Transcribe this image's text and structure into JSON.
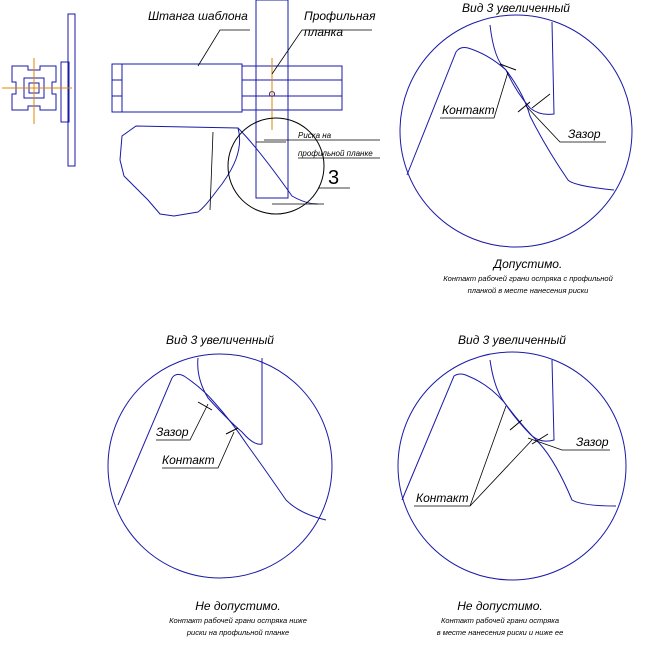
{
  "colors": {
    "outline_blue": "#1a1aa8",
    "leader_black": "#000000",
    "axis_orange": "#e08a00"
  },
  "main_view": {
    "label_rod": "Штанга шаблона",
    "label_bar_line1": "Профильная",
    "label_bar_line2": "планка",
    "label_mark_line1": "Риска на",
    "label_mark_line2": "профильной планке",
    "view_mark": "3"
  },
  "views": [
    {
      "title": "Вид 3 увеличенный",
      "label_contact": "Контакт",
      "label_gap": "Зазор",
      "verdict": "Допустимо.",
      "caption_line1": "Контакт рабочей грани остряка с профильной",
      "caption_line2": "планкой в месте нанесения риски"
    },
    {
      "title": "Вид 3 увеличенный",
      "label_contact": "Контакт",
      "label_gap": "Зазор",
      "verdict": "Не допустимо.",
      "caption_line1": "Контакт рабочей грани остряка ниже",
      "caption_line2": "риски на профильной планке"
    },
    {
      "title": "Вид 3 увеличенный",
      "label_contact": "Контакт",
      "label_gap": "Зазор",
      "verdict": "Не допустимо.",
      "caption_line1": "Контакт рабочей грани остряка",
      "caption_line2": "в месте нанесения риски и ниже ее"
    }
  ]
}
